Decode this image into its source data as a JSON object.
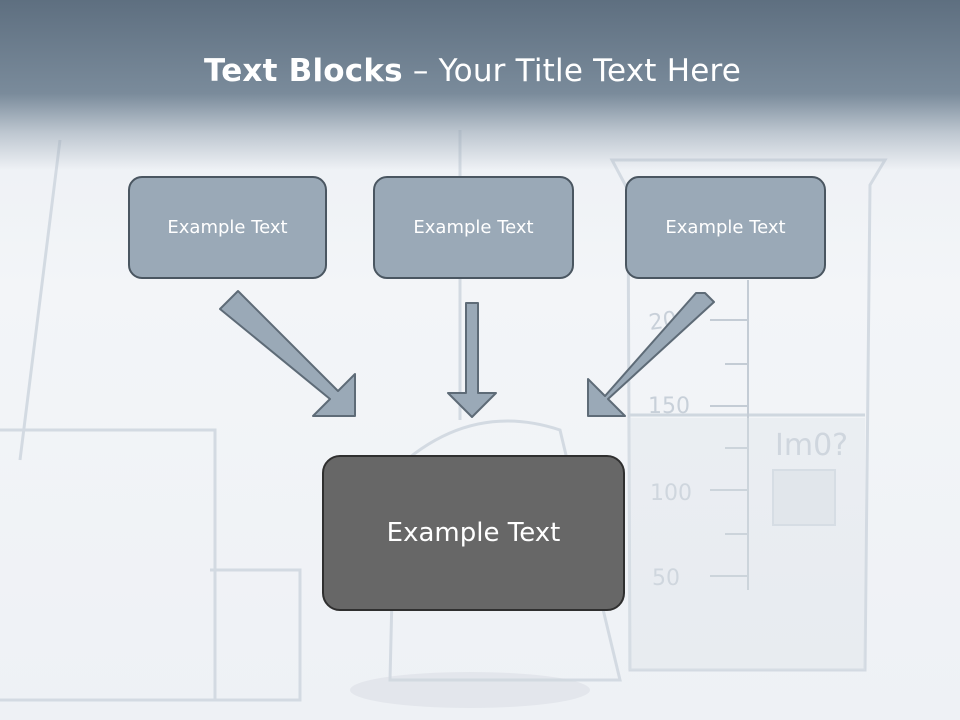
{
  "slide": {
    "title_bold": "Text Blocks",
    "title_rest": " – Your Title Text Here",
    "blocks": [
      {
        "label": "Example Text"
      },
      {
        "label": "Example Text"
      },
      {
        "label": "Example Text"
      }
    ],
    "main_block": {
      "label": "Example Text"
    }
  },
  "colors": {
    "header": "#5e6f80",
    "block_fill": "#9aa9b7",
    "block_border": "#4a5661",
    "main_fill": "#676767",
    "arrow_fill": "#9aa9b7"
  }
}
